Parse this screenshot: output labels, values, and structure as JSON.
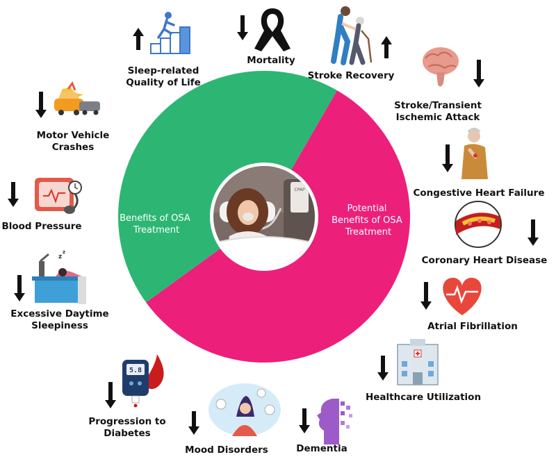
{
  "segments": {
    "benefits_label_line1": "Benefits of OSA",
    "benefits_label_line2": "Treatment",
    "potential_label_line1": "Potential",
    "potential_label_line2": "Benefits of OSA",
    "potential_label_line3": "Treatment",
    "benefits_color": "#2db673",
    "potential_color": "#ec1f7b"
  },
  "center_icon": "cpap-sleeping-woman-icon",
  "cpap_device_text": "CPAP",
  "outcomes": [
    {
      "id": "sleep-related-quality-of-life",
      "line1": "Sleep-related",
      "line2": "Quality of Life",
      "direction": "up",
      "icon": "stairs-climber-icon"
    },
    {
      "id": "mortality",
      "line1": "Mortality",
      "line2": "",
      "direction": "down",
      "icon": "black-ribbon-icon"
    },
    {
      "id": "stroke-recovery",
      "line1": "Stroke Recovery",
      "line2": "",
      "direction": "up",
      "icon": "assisted-walking-icon"
    },
    {
      "id": "stroke-transient-ischemic-attack",
      "line1": "Stroke/Transient",
      "line2": "Ischemic Attack",
      "direction": "down",
      "icon": "brain-icon"
    },
    {
      "id": "congestive-heart-failure",
      "line1": "Congestive Heart Failure",
      "line2": "",
      "direction": "down",
      "icon": "elderly-chest-pain-icon"
    },
    {
      "id": "coronary-heart-disease",
      "line1": "Coronary Heart Disease",
      "line2": "",
      "direction": "down",
      "icon": "clogged-artery-icon"
    },
    {
      "id": "atrial-fibrillation",
      "line1": "Atrial Fibrillation",
      "line2": "",
      "direction": "down",
      "icon": "heart-rhythm-icon"
    },
    {
      "id": "healthcare-utilization",
      "line1": "Healthcare Utilization",
      "line2": "",
      "direction": "down",
      "icon": "hospital-icon"
    },
    {
      "id": "dementia",
      "line1": "Dementia",
      "line2": "",
      "direction": "down",
      "icon": "dissolving-head-icon"
    },
    {
      "id": "mood-disorders",
      "line1": "Mood Disorders",
      "line2": "",
      "direction": "down",
      "icon": "distressed-woman-icon"
    },
    {
      "id": "progression-to-diabetes",
      "line1": "Progression to",
      "line2": "Diabetes",
      "direction": "down",
      "icon": "glucose-meter-icon"
    },
    {
      "id": "excessive-daytime-sleepiness",
      "line1": "Excessive Daytime",
      "line2": "Sleepiness",
      "direction": "down",
      "icon": "sleeping-at-desk-icon"
    },
    {
      "id": "blood-pressure",
      "line1": "Blood Pressure",
      "line2": "",
      "direction": "down",
      "icon": "blood-pressure-monitor-icon"
    },
    {
      "id": "motor-vehicle-crashes",
      "line1": "Motor Vehicle",
      "line2": "Crashes",
      "direction": "down",
      "icon": "car-crash-icon"
    }
  ],
  "glucose_reading": "5.8"
}
